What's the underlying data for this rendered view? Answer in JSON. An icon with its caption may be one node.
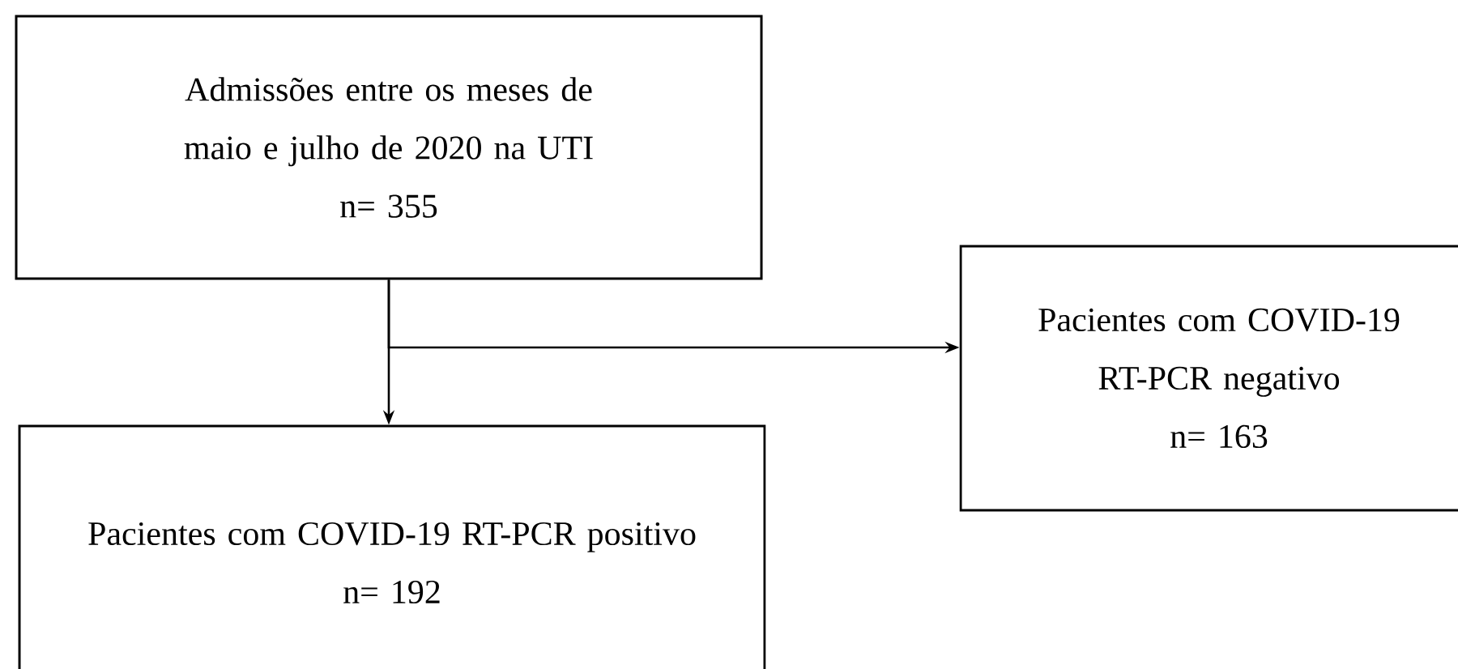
{
  "diagram": {
    "nodes": [
      {
        "text": [
          "Admissões entre os meses de maio e julho de 2020 na UTI",
          "n= 355"
        ]
      },
      {
        "text": [
          "Pacientes com COVID-19 RT-PCR negativo",
          "n= 163"
        ]
      },
      {
        "text": [
          "Pacientes com COVID-19 RT-PCR positivo",
          "n= 192"
        ]
      }
    ],
    "edges": [
      {
        "from": 0,
        "to": 1,
        "arrow": "to"
      },
      {
        "from": 0,
        "to": 2,
        "arrow": "to"
      }
    ]
  }
}
